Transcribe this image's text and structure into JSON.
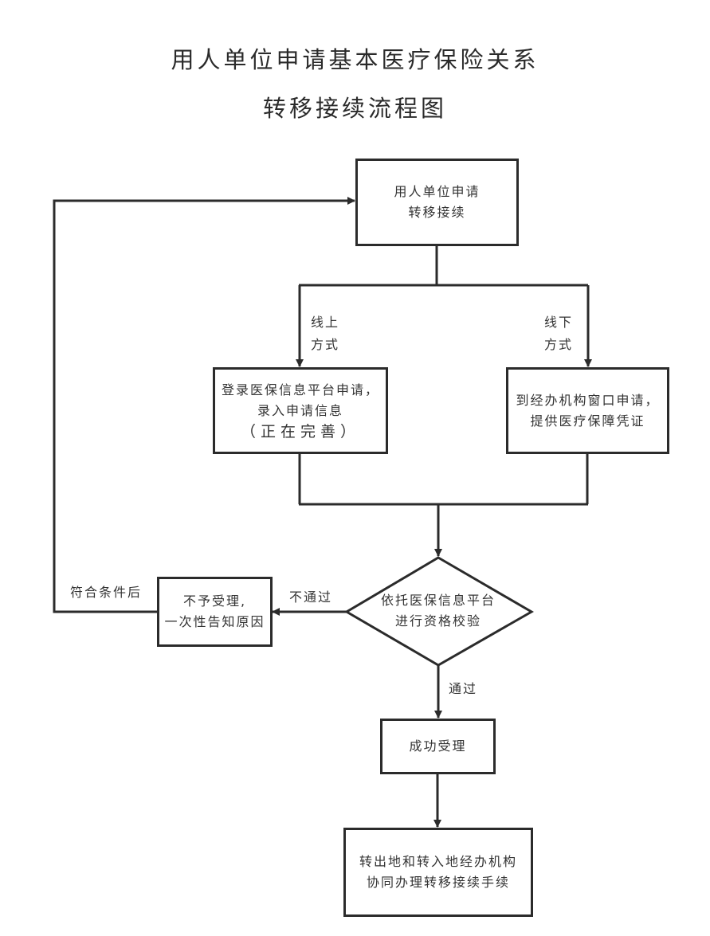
{
  "title": {
    "line1": "用人单位申请基本医疗保险关系",
    "line2": "转移接续流程图"
  },
  "nodes": {
    "start": {
      "line1": "用人单位申请",
      "line2": "转移接续"
    },
    "online": {
      "line1": "登录医保信息平台申请，",
      "line2": "录入申请信息",
      "line3": "（正在完善）"
    },
    "offline": {
      "line1": "到经办机构窗口申请，",
      "line2": "提供医疗保障凭证"
    },
    "check": {
      "line1": "依托医保信息平台",
      "line2": "进行资格校验"
    },
    "reject": {
      "line1": "不予受理,",
      "line2": "一次性告知原因"
    },
    "accept": {
      "line1": "成功受理"
    },
    "final": {
      "line1": "转出地和转入地经办机构",
      "line2": "协同办理转移接续手续"
    }
  },
  "edges": {
    "online_label": {
      "line1": "线上",
      "line2": "方式"
    },
    "offline_label": {
      "line1": "线下",
      "line2": "方式"
    },
    "fail_label": "不通过",
    "pass_label": "通过",
    "loop_label": "符合条件后"
  },
  "colors": {
    "stroke": "#2b2b2b",
    "background": "#ffffff",
    "text": "#333333"
  }
}
